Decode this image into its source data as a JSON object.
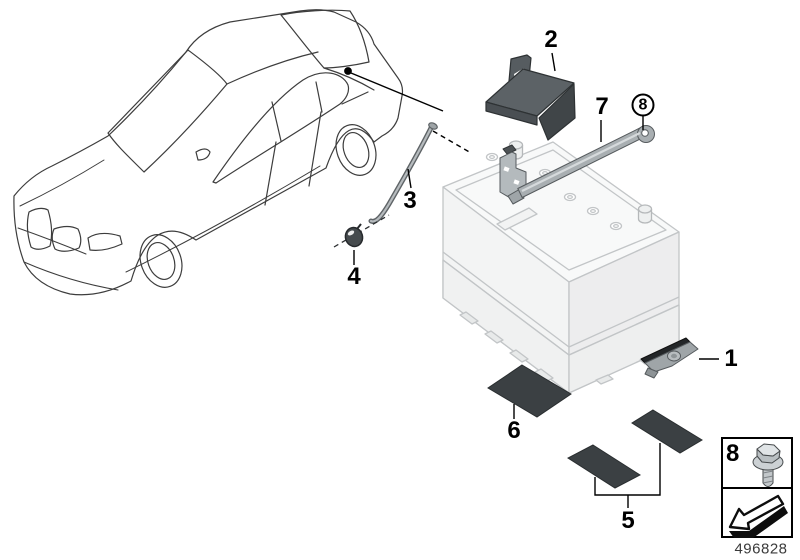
{
  "diagram": {
    "description_visible_elements": "BMW sedan line drawing, battery line drawing, numbered part callouts, legend box with screw, part number",
    "callouts": {
      "clamp": "1",
      "cover": "2",
      "rod": "3",
      "grommet": "4",
      "pads_small": "5",
      "pad_large": "6",
      "bracket": "7",
      "screw_circled": "8"
    },
    "legend": {
      "screw": "8"
    },
    "footer_part_number": "496828",
    "colors": {
      "outline_black": "#000000",
      "car_line": "#3d3d3d",
      "battery_line": "#c2c5c7",
      "part_dark_gray": "#5c6266",
      "part_medium_gray": "#a9afb2",
      "pad_dark": "#3b4043"
    }
  }
}
